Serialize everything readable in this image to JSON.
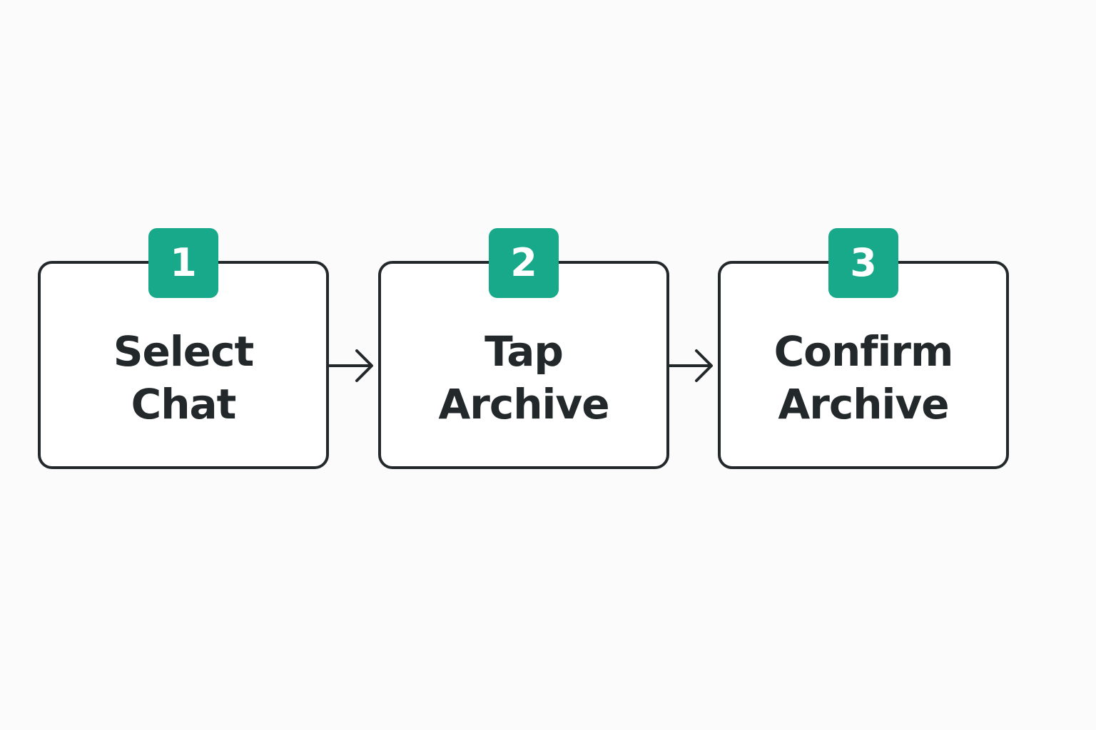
{
  "colors": {
    "accent": "#17a98a",
    "stroke": "#23292b",
    "background": "#fbfbfb"
  },
  "steps": [
    {
      "number": "1",
      "label_line1": "Select",
      "label_line2": "Chat"
    },
    {
      "number": "2",
      "label_line1": "Tap",
      "label_line2": "Archive"
    },
    {
      "number": "3",
      "label_line1": "Confirm",
      "label_line2": "Archive"
    }
  ],
  "arrows": [
    {
      "icon": "arrow-right-icon"
    },
    {
      "icon": "arrow-right-icon"
    }
  ]
}
